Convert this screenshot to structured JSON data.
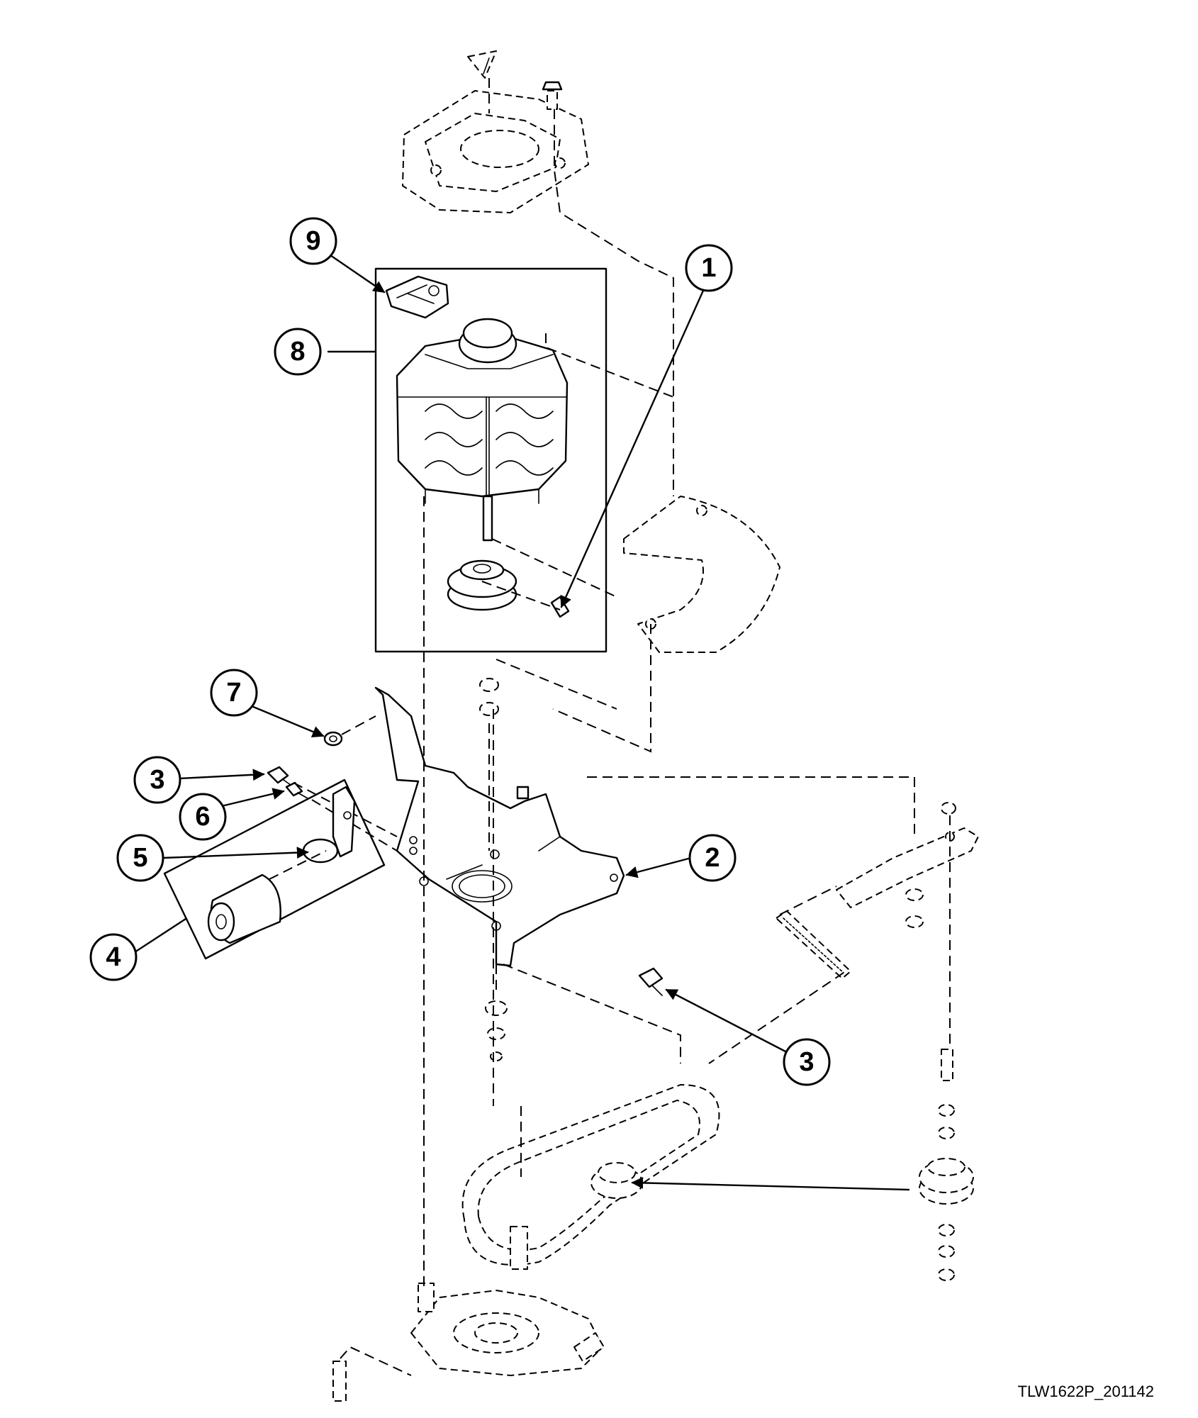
{
  "figure": {
    "reference_code": "TLW1622P_201142"
  },
  "callouts": [
    {
      "id": "callout-1",
      "label": "1"
    },
    {
      "id": "callout-2",
      "label": "2"
    },
    {
      "id": "callout-3a",
      "label": "3"
    },
    {
      "id": "callout-3b",
      "label": "3"
    },
    {
      "id": "callout-4",
      "label": "4"
    },
    {
      "id": "callout-5",
      "label": "5"
    },
    {
      "id": "callout-6",
      "label": "6"
    },
    {
      "id": "callout-7",
      "label": "7"
    },
    {
      "id": "callout-8",
      "label": "8"
    },
    {
      "id": "callout-9",
      "label": "9"
    }
  ]
}
